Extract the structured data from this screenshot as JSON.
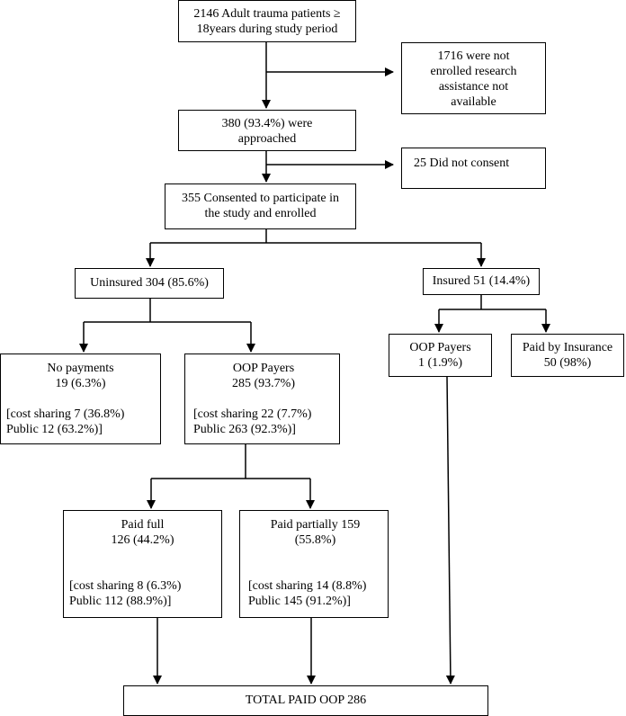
{
  "boxes": {
    "total_patients": {
      "lines": [
        "2146 Adult trauma patients ≥",
        "18years during study period"
      ]
    },
    "not_enrolled": {
      "lines": [
        "1716 were not",
        "enrolled research",
        "assistance not",
        "available"
      ]
    },
    "approached": {
      "lines": [
        "380 (93.4%) were",
        "approached"
      ]
    },
    "not_consent": {
      "lines": [
        "25 Did not consent"
      ]
    },
    "consented": {
      "lines": [
        "355 Consented to participate in",
        "the study and enrolled"
      ]
    },
    "uninsured": {
      "lines": [
        "Uninsured 304 (85.6%)"
      ]
    },
    "insured": {
      "lines": [
        "Insured 51 (14.4%)"
      ]
    },
    "no_payments": {
      "lines": [
        "No payments",
        "19 (6.3%)",
        "",
        "[cost sharing 7 (36.8%)",
        "Public 12 (63.2%)]"
      ]
    },
    "oop_payers_uninsured": {
      "lines": [
        "OOP Payers",
        "285 (93.7%)",
        "",
        "[cost sharing 22 (7.7%)",
        "Public 263 (92.3%)]"
      ]
    },
    "oop_payers_insured": {
      "lines": [
        "OOP Payers",
        "1 (1.9%)"
      ]
    },
    "paid_by_insurance": {
      "lines": [
        "Paid by Insurance",
        "50 (98%)"
      ]
    },
    "paid_full": {
      "lines": [
        "Paid full",
        "126 (44.2%)",
        "",
        "",
        "[cost sharing 8 (6.3%)",
        "Public 112 (88.9%)]"
      ]
    },
    "paid_partially": {
      "lines": [
        "Paid partially 159",
        "(55.8%)",
        "",
        "",
        "[cost sharing 14 (8.8%)",
        "Public 145 (91.2%)]"
      ]
    },
    "total_paid": {
      "lines": [
        "TOTAL PAID OOP 286"
      ]
    }
  }
}
